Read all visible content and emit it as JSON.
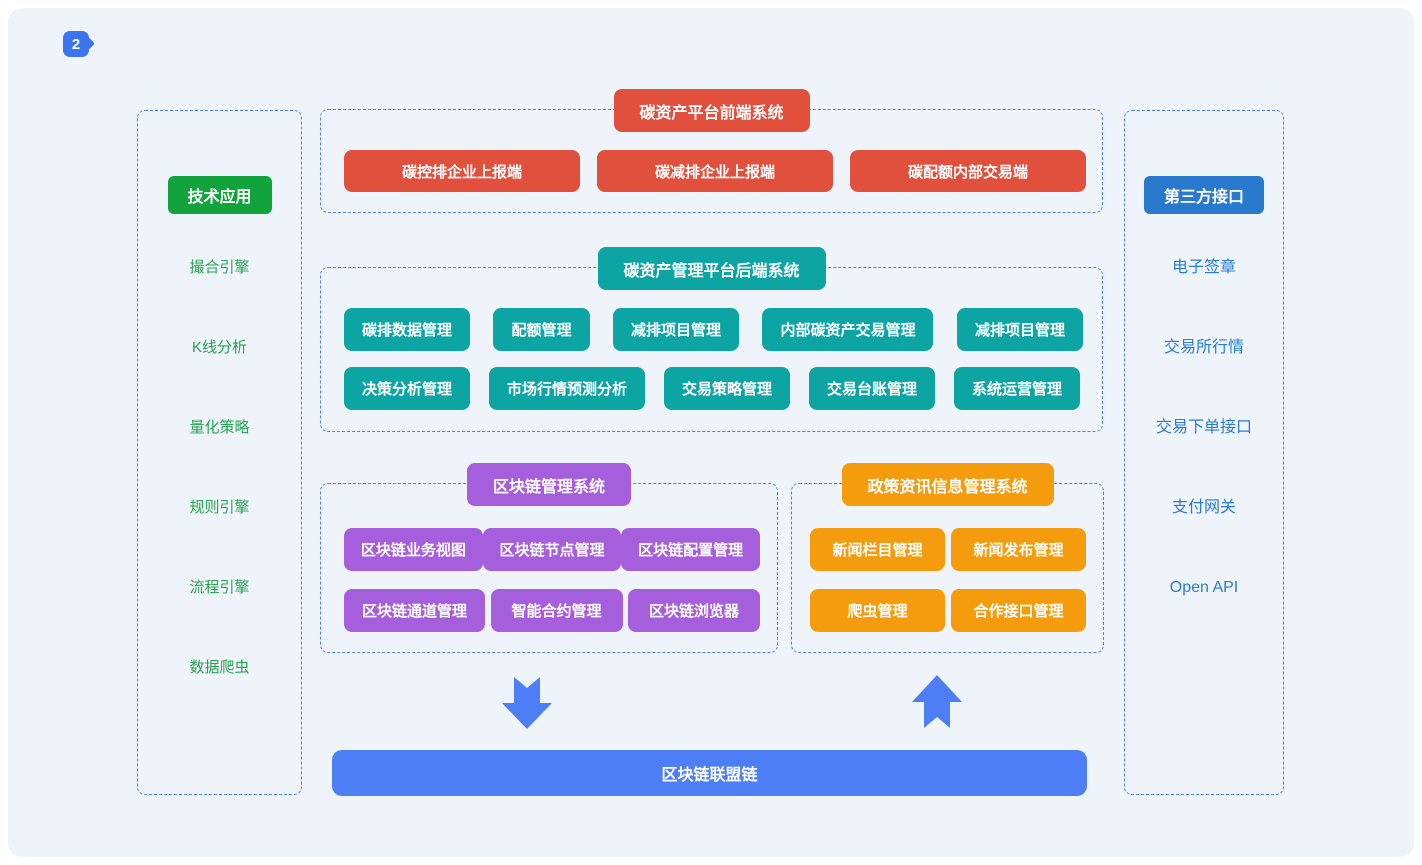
{
  "badge": {
    "label": "2"
  },
  "left_panel": {
    "title": "技术应用",
    "items": [
      "撮合引擎",
      "K线分析",
      "量化策略",
      "规则引擎",
      "流程引擎",
      "数据爬虫"
    ]
  },
  "right_panel": {
    "title": "第三方接口",
    "items": [
      "电子签章",
      "交易所行情",
      "交易下单接口",
      "支付网关",
      "Open API"
    ]
  },
  "frontend_system": {
    "title": "碳资产平台前端系统",
    "buttons": [
      "碳控排企业上报端",
      "碳减排企业上报端",
      "碳配额内部交易端"
    ]
  },
  "backend_system": {
    "title": "碳资产管理平台后端系统",
    "rows": [
      [
        "碳排数据管理",
        "配额管理",
        "减排项目管理",
        "内部碳资产交易管理",
        "减排项目管理"
      ],
      [
        "决策分析管理",
        "市场行情预测分析",
        "交易策略管理",
        "交易台账管理",
        "系统运营管理"
      ]
    ]
  },
  "blockchain_system": {
    "title": "区块链管理系统",
    "rows": [
      [
        "区块链业务视图",
        "区块链节点管理",
        "区块链配置管理"
      ],
      [
        "区块链通道管理",
        "智能合约管理",
        "区块链浏览器"
      ]
    ]
  },
  "policy_system": {
    "title": "政策资讯信息管理系统",
    "rows": [
      [
        "新闻栏目管理",
        "新闻发布管理"
      ],
      [
        "爬虫管理",
        "合作接口管理"
      ]
    ]
  },
  "consortium_chain_bar": {
    "label": "区块链联盟链"
  },
  "icons": {
    "down_arrow": "block-arrow-down-icon",
    "up_arrow": "block-arrow-up-icon"
  },
  "colors": {
    "background": "#EFF3FA",
    "frontend_red": "#E0503D",
    "backend_teal": "#0DA5A3",
    "blockchain_purple": "#A55EDC",
    "policy_orange": "#F49C0D",
    "third_party_blue": "#2979CE",
    "tech_green": "#12A33C",
    "chain_blue": "#4D7EF6",
    "dashed_border": "#4E80F0",
    "left_item_text": "#27A351",
    "right_item_text": "#2A7CD2",
    "badge_blue": "#3C74EE"
  }
}
